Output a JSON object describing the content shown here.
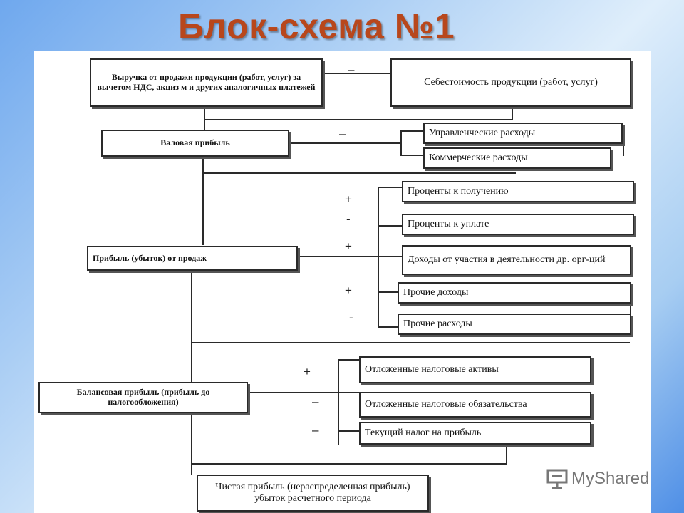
{
  "title": "Блок-схема №1",
  "boxes": {
    "revenue": "Выручка от продажи продукции (работ, услуг) за вычетом НДС, акциз м и других аналогичных платежей",
    "cost": "Себестоимость продукции (работ, услуг)",
    "gross_profit": "Валовая прибыль",
    "mgmt_expenses": "Управленческие расходы",
    "commercial_expenses": "Коммерческие расходы",
    "interest_receivable": "Проценты к получению",
    "interest_payable": "Проценты к уплате",
    "participation_income": "Доходы от участия в деятельности др. орг-ций",
    "sales_profit": "Прибыль (убыток) от продаж",
    "other_income": "Прочие доходы",
    "other_expenses": "Прочие расходы",
    "deferred_tax_assets": "Отложенные налоговые активы",
    "deferred_tax_liabilities": "Отложенные налоговые обязательства",
    "balance_profit": "Балансовая прибыль (прибыль до налогообложения)",
    "current_tax": "Текущий налог на прибыль",
    "net_profit": "Чистая прибыль (нераспределенная прибыль) убыток расчетного периода"
  },
  "signs": {
    "s1": "–",
    "s2": "–",
    "s3": "+",
    "s4": "-",
    "s5": "+",
    "s6": "+",
    "s7": "-",
    "s8": "+",
    "s9": "–",
    "s10": "–"
  },
  "watermark": "MyShared"
}
